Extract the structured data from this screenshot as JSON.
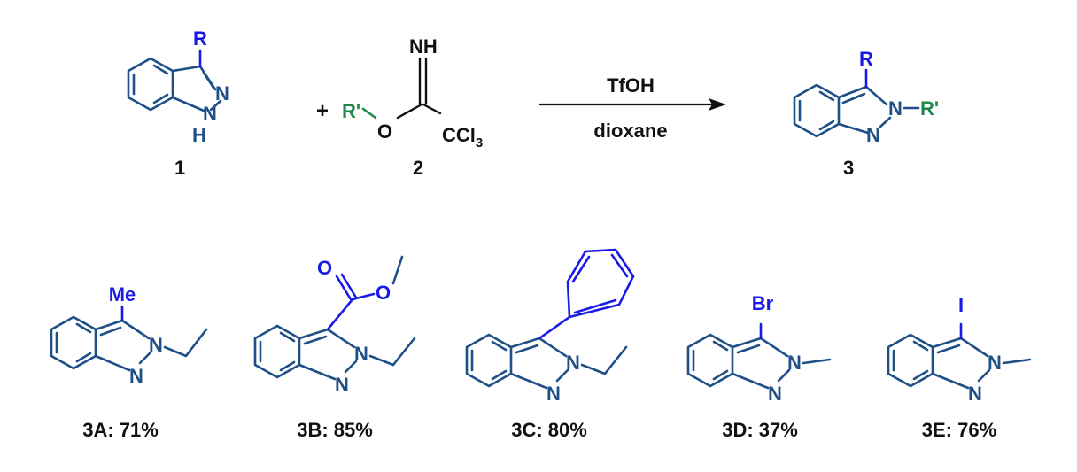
{
  "colors": {
    "ring": "#1e4f86",
    "substituent": "#1a1ae6",
    "rprime": "#1f8a4c",
    "text": "#111111"
  },
  "reactants": {
    "indazole": {
      "number": "1",
      "r_label": "R",
      "n_label": "N",
      "nh_label": "N",
      "h_label": "H"
    },
    "imidate": {
      "number": "2",
      "nh_label": "NH",
      "rprime_label": "R'",
      "o_label": "O",
      "ccl_label": "CCl",
      "ccl_subscript": "3"
    },
    "plus": "+"
  },
  "conditions": {
    "reagent": "TfOH",
    "solvent": "dioxane"
  },
  "product": {
    "number": "3",
    "r_label": "R",
    "n_label": "N",
    "n2_label": "N",
    "dash": "–",
    "rprime_label": "R'"
  },
  "examples": [
    {
      "id": "3A",
      "caption": "3A: 71%",
      "substituent": "Me",
      "n_top": "N",
      "n_bottom": "N"
    },
    {
      "id": "3B",
      "caption": "3B: 85%",
      "substituent": "O",
      "n_top": "N",
      "n_bottom": "N"
    },
    {
      "id": "3C",
      "caption": "3C: 80%",
      "substituent": "",
      "n_top": "N",
      "n_bottom": "N"
    },
    {
      "id": "3D",
      "caption": "3D: 37%",
      "substituent": "Br",
      "n_top": "N",
      "n_bottom": "N"
    },
    {
      "id": "3E",
      "caption": "3E: 76%",
      "substituent": "I",
      "n_top": "N",
      "n_bottom": "N"
    }
  ]
}
